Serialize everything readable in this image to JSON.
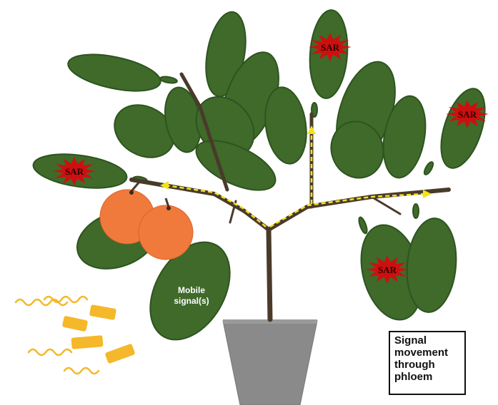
{
  "sar_markers": [
    {
      "label": "SAR"
    },
    {
      "label": "SAR"
    },
    {
      "label": "SAR"
    },
    {
      "label": "SAR"
    }
  ],
  "mobile_signal_label": [
    "Mobile",
    "signal(s)"
  ],
  "callout": {
    "lines": [
      "Signal",
      "movement",
      "through",
      "phloem"
    ]
  },
  "colors": {
    "leaf": "#3f6a2a",
    "leaf_edge": "#2e5320",
    "stem": "#4a3a2a",
    "fruit": "#f07a3c",
    "pot": "#8a8a8a",
    "sar_burst": "#cc1010",
    "phloem_arrow": "#f2e21a",
    "signal_squiggle": "#f5b82a"
  }
}
